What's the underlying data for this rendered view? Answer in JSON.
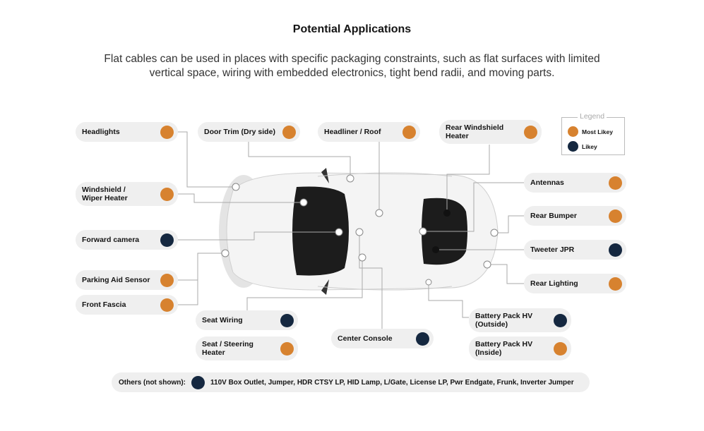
{
  "title": "Potential Applications",
  "subtitle": "Flat cables can be used in places with specific packaging constraints, such as flat surfaces with limited vertical space, wiring with embedded electronics, tight bend radii, and moving parts.",
  "colors": {
    "most_likely": "#d7822f",
    "likely": "#152840"
  },
  "legend": {
    "title": "Legend",
    "most_likely": "Most Likey",
    "likely": "Likey"
  },
  "labels": {
    "headlights": "Headlights",
    "door_trim": "Door Trim (Dry side)",
    "headliner": "Headliner / Roof",
    "rear_windshield": "Rear Windshield Heater",
    "windshield": "Windshield / Wiper Heater",
    "forward_camera": "Forward camera",
    "parking_aid": "Parking Aid Sensor",
    "front_fascia": "Front Fascia",
    "seat_wiring": "Seat Wiring",
    "seat_heater": "Seat / Steering Heater",
    "center_console": "Center Console",
    "battery_outside": "Battery Pack HV (Outside)",
    "battery_inside": "Battery Pack HV (Inside)",
    "antennas": "Antennas",
    "rear_bumper": "Rear Bumper",
    "tweeter": "Tweeter JPR",
    "rear_lighting": "Rear Lighting"
  },
  "others": {
    "label": "Others (not shown):",
    "items": "110V Box Outlet, Jumper, HDR CTSY LP, HID Lamp, L/Gate, License LP, Pwr Endgate, Frunk, Inverter Jumper"
  }
}
